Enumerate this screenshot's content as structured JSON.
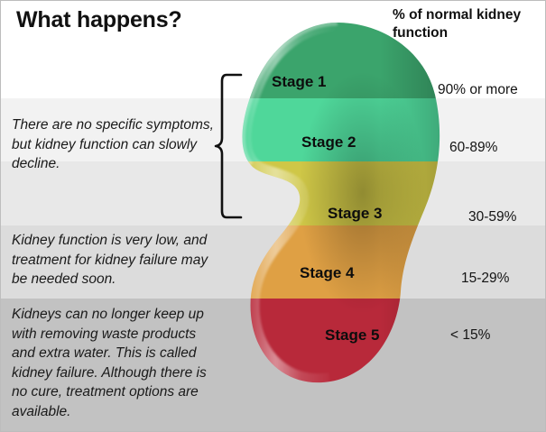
{
  "page": {
    "title": "What happens?",
    "legend_title": "% of normal kidney function"
  },
  "descriptions": [
    "There are no specific symptoms, but kidney function can slowly decline.",
    "Kidney function is very low, and treatment for kidney failure may be needed soon.",
    "Kidneys can no longer keep up with removing waste products and extra water. This is called kidney failure. Although there is no cure, treatment options are available."
  ],
  "stages": [
    {
      "label": "Stage 1",
      "percent": "90% or more",
      "color": "#3ba46c",
      "band_color": "#ffffff"
    },
    {
      "label": "Stage 2",
      "percent": "60-89%",
      "color": "#4fd79a",
      "band_color": "#f2f2f2"
    },
    {
      "label": "Stage 3",
      "percent": "30-59%",
      "color": "#cfc747",
      "band_color": "#e8e8e8"
    },
    {
      "label": "Stage 4",
      "percent": "15-29%",
      "color": "#dfa044",
      "band_color": "#dcdcdc"
    },
    {
      "label": "Stage 5",
      "percent": "< 15%",
      "color": "#b8293a",
      "band_color": "#c2c2c2"
    }
  ],
  "bracket": {
    "name": "stage-1-to-3-bracket"
  },
  "colors": {
    "text": "#111111",
    "border": "#bdbdbd"
  }
}
